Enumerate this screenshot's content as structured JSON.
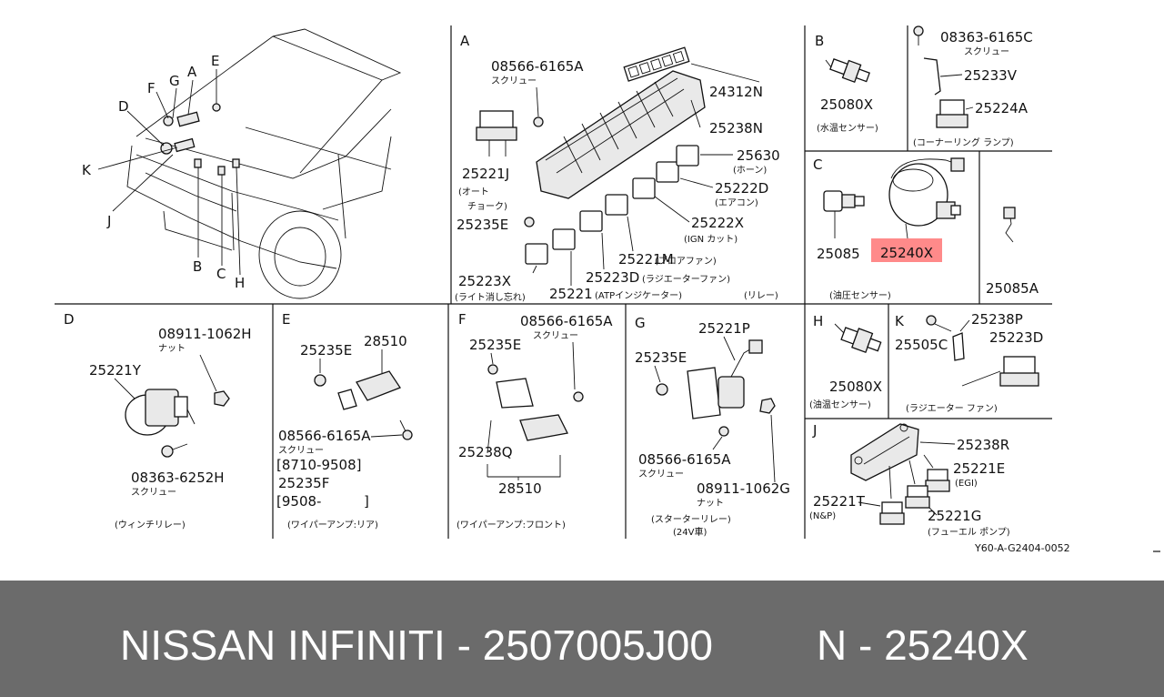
{
  "footer": {
    "left": "NISSAN INFINITI - 2507005J00",
    "right": "N - 25240X"
  },
  "ref": "Y60-A-G2404-0052",
  "sections": {
    "car": {
      "letters": [
        "A",
        "E",
        "F",
        "G",
        "D",
        "K",
        "J",
        "B",
        "C",
        "H"
      ]
    },
    "A": {
      "letter": "A",
      "p08566": "08566-6165A",
      "screw": "スクリュー",
      "p24312N": "24312N",
      "p25238N": "25238N",
      "p25630": "25630",
      "horn": "(ホーン)",
      "p25221J": "25221J",
      "auto1": "(オート",
      "auto2": "チョーク)",
      "p25222D": "25222D",
      "aircon": "(エアコン)",
      "p25235E": "25235E",
      "p25222X": "25222X",
      "ign": "(IGN カット)",
      "p25221M": "25221M",
      "blower": "(ブロアファン)",
      "p25223X": "25223X",
      "p25223D": "25223D",
      "radfan": "(ラジエーターファン)",
      "light": "(ライト消し忘れ)",
      "p25221": "25221",
      "atp": "(ATPインジケーター)",
      "relay": "(リレー)"
    },
    "B": {
      "letter": "B",
      "p25080X": "25080X",
      "cap": "(水温センサー)",
      "p08363": "08363-6165C",
      "screw": "スクリュー",
      "p25233V": "25233V",
      "p25224A": "25224A",
      "cornering": "(コーナーリング ランプ)"
    },
    "C": {
      "letter": "C",
      "p25085": "25085",
      "p25240X": "25240X",
      "cap": "(油圧センサー)",
      "p25085A": "25085A"
    },
    "D": {
      "letter": "D",
      "p08911": "08911-1062H",
      "nut": "ナット",
      "p25221Y": "25221Y",
      "p08363": "08363-6252H",
      "screw": "スクリュー",
      "cap": "(ウィンチリレー)"
    },
    "E": {
      "letter": "E",
      "p25235E": "25235E",
      "p28510": "28510",
      "p08566": "08566-6165A",
      "screw": "スクリュー",
      "range1": "[8710-9508]",
      "p25235F": "25235F",
      "range2": "[9508-",
      "range2end": "]",
      "cap": "(ワイパーアンプ:リア)"
    },
    "F": {
      "letter": "F",
      "p08566": "08566-6165A",
      "screw": "スクリュー",
      "p25235E": "25235E",
      "p25238Q": "25238Q",
      "p28510": "28510",
      "cap": "(ワイパーアンプ:フロント)"
    },
    "G": {
      "letter": "G",
      "p25221P": "25221P",
      "p25235E": "25235E",
      "p08566": "08566-6165A",
      "screw": "スクリュー",
      "p08911": "08911-1062G",
      "nut": "ナット",
      "cap1": "(スターターリレー)",
      "cap2": "(24V車)"
    },
    "H": {
      "letter": "H",
      "p25080X": "25080X",
      "cap": "(油温センサー)"
    },
    "K": {
      "letter": "K",
      "p25238P": "25238P",
      "p25505C": "25505C",
      "p25223D": "25223D",
      "cap": "(ラジエーター ファン)"
    },
    "J": {
      "letter": "J",
      "p25238R": "25238R",
      "p25221E": "25221E",
      "egi": "(EGI)",
      "p25221T": "25221T",
      "np": "(N&P)",
      "p25221G": "25221G",
      "fuel": "(フューエル ポンプ)"
    }
  },
  "colors": {
    "highlight": "#ff8a8a",
    "footer_bg": "#6b6b6b",
    "footer_text": "#ffffff"
  }
}
